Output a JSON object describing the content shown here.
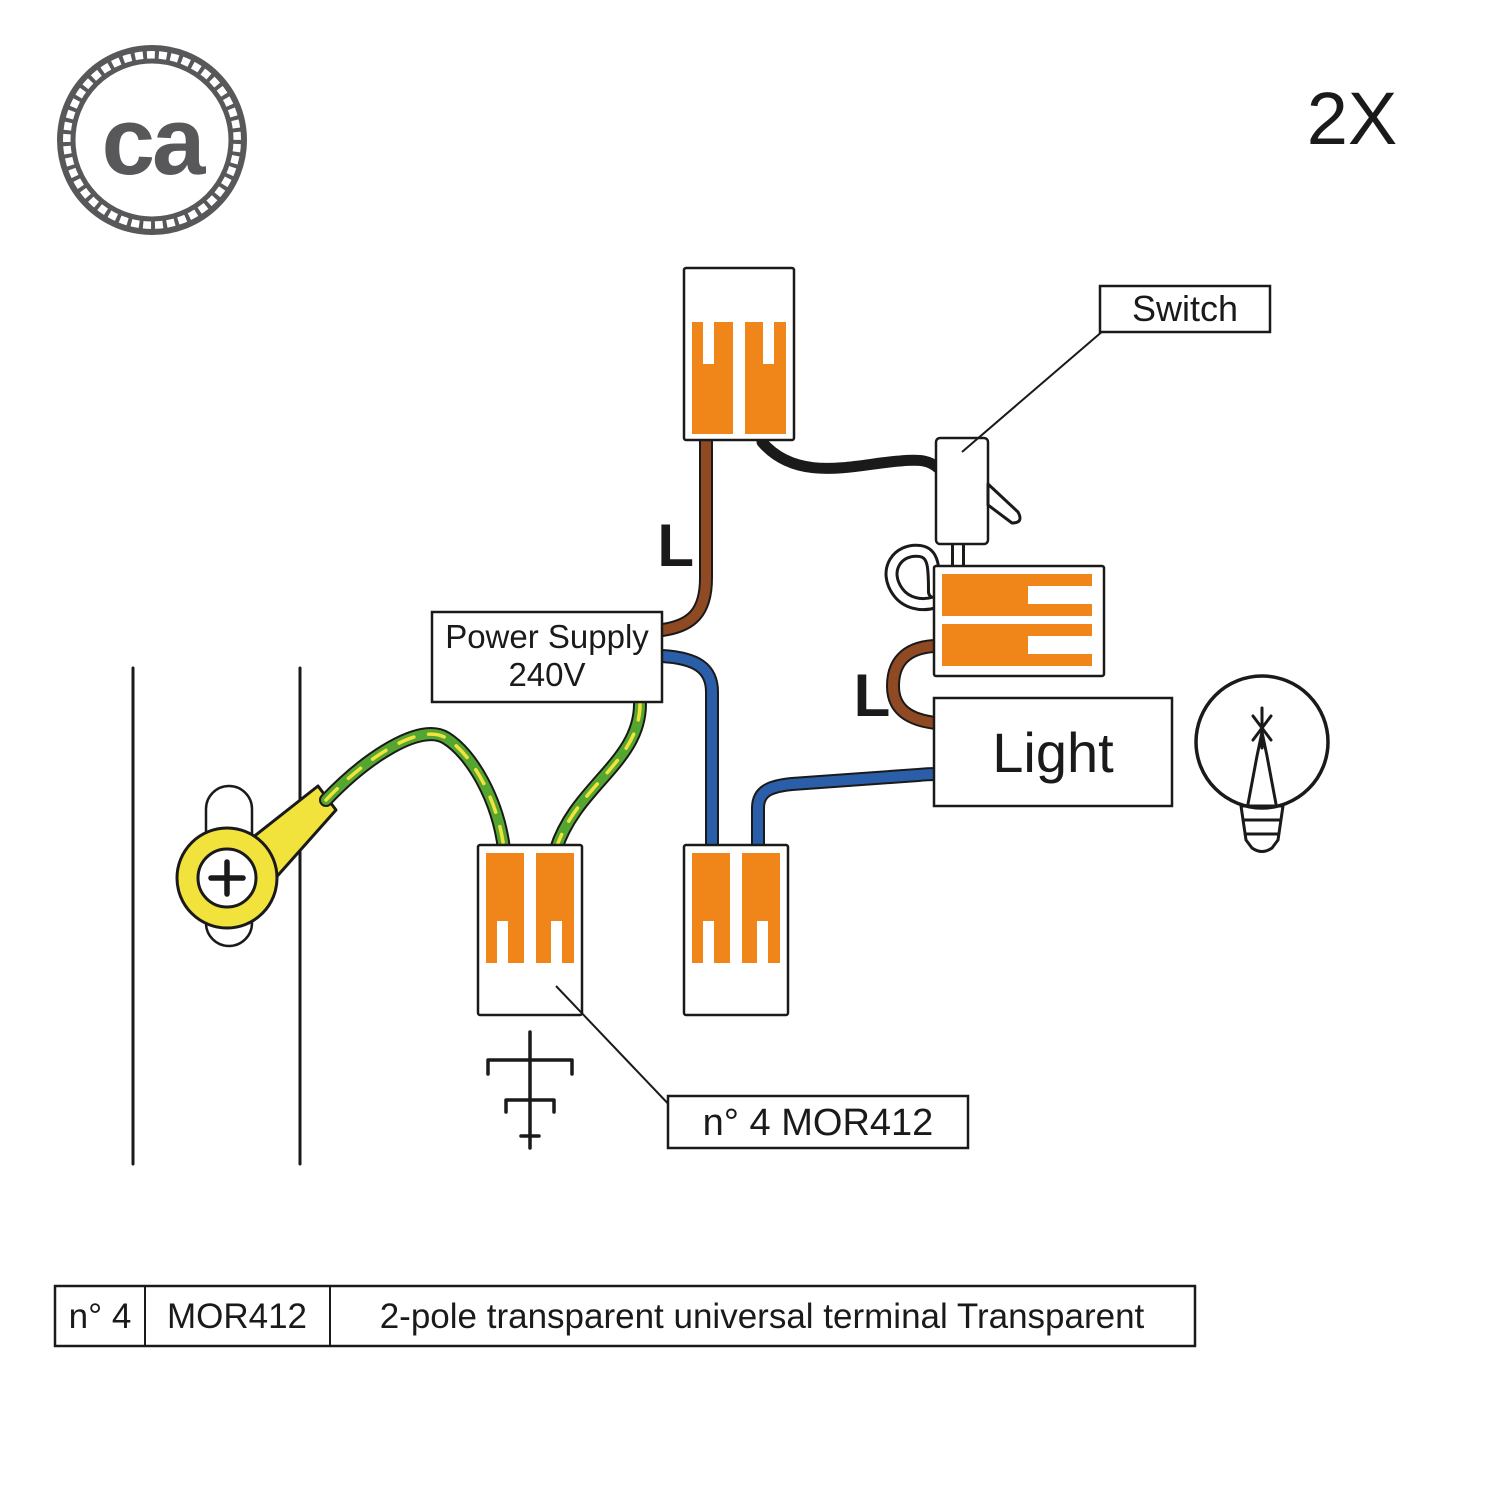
{
  "logo": {
    "text": "ca",
    "color": "#58585A",
    "icon": "rope-circle-logo"
  },
  "quantity_label": "2X",
  "diagram": {
    "switch_label": "Switch",
    "light_label": "Light",
    "power_supply": {
      "line1": "Power Supply",
      "line2": "240V"
    },
    "live_labels": {
      "top": "L",
      "right": "L"
    },
    "callout_label": "n° 4 MOR412"
  },
  "table": {
    "cells": [
      "n° 4",
      "MOR412",
      "2-pole transparent universal terminal Transparent"
    ]
  },
  "colors": {
    "orange": "#F08519",
    "brown": "#8F4A23",
    "blue": "#2B5EA8",
    "green": "#55A630",
    "yellow": "#F2E33C",
    "black": "#1A1A1A",
    "white": "#FFFFFF",
    "logo_gray": "#58585A"
  },
  "icons": {
    "logo": "rope-circle-logo",
    "switch": "toggle-switch",
    "bulb": "light-bulb-icon",
    "lug": "ring-terminal-lug-icon",
    "screw": "phillips-screw-icon",
    "ground": "earth-ground-symbol-icon",
    "terminal": "wago-2pole-terminal-icon"
  }
}
